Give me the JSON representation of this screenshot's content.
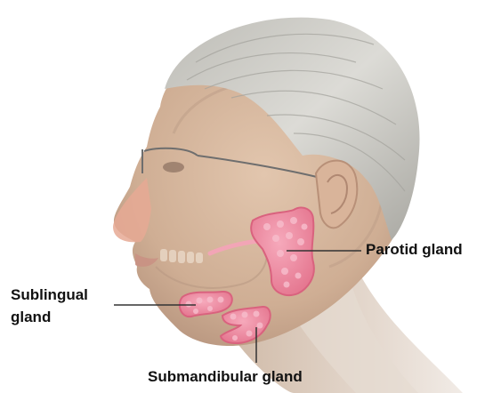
{
  "labels": {
    "parotid": "Parotid gland",
    "sublingual_line1": "Sublingual",
    "sublingual_line2": "gland",
    "submandibular": "Submandibular gland"
  },
  "colors": {
    "gland_fill": "#ee8ba0",
    "gland_lobule": "#f7bccb",
    "gland_outline": "#d9627e",
    "skin": "#d9b9a0",
    "hair": "#c8c7c2",
    "leader_line": "#333333"
  }
}
